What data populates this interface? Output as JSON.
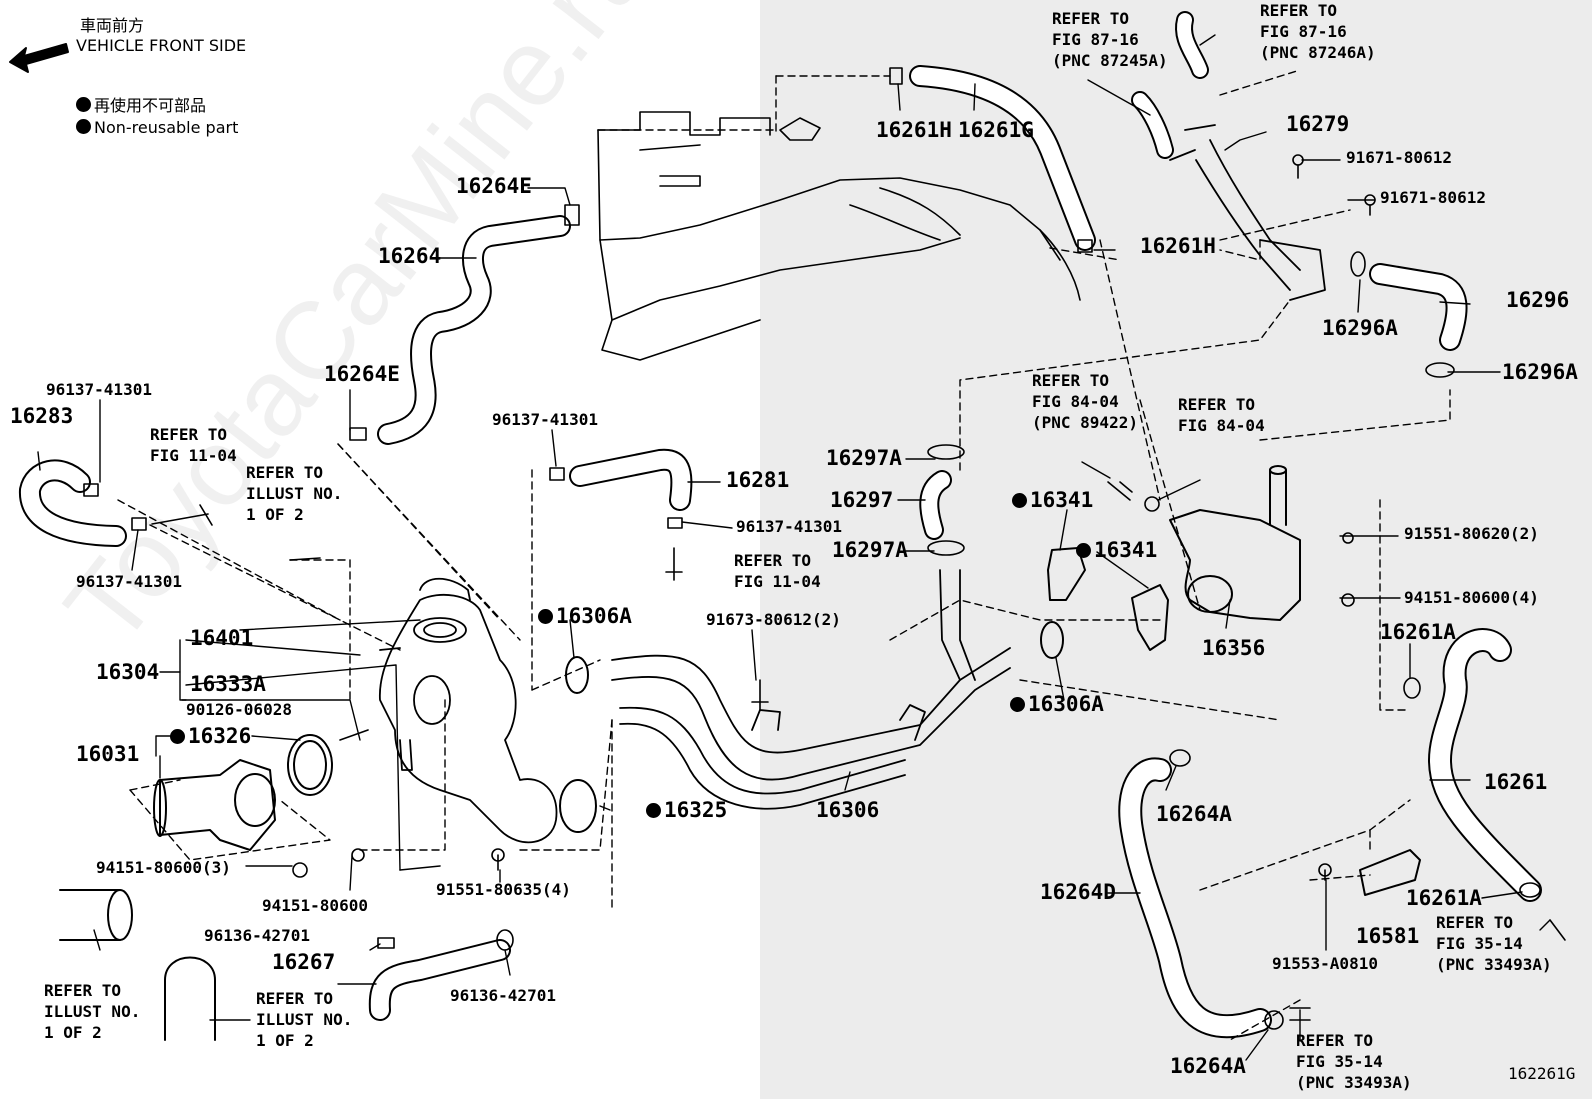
{
  "header": {
    "front_jp": "車両前方",
    "front_en": "VEHICLE FRONT SIDE",
    "nonreuse_jp": "再使用不可部品",
    "nonreuse_en": "Non-reusable part"
  },
  "watermark": "ToyotaCarMine.ru",
  "figure_code": "162261G",
  "part_labels": [
    {
      "id": "p16261H_top",
      "text": "16261H"
    },
    {
      "id": "p16261G",
      "text": "16261G"
    },
    {
      "id": "p16264E_top",
      "text": "16264E"
    },
    {
      "id": "p16264",
      "text": "16264"
    },
    {
      "id": "p16261H_mid",
      "text": "16261H"
    },
    {
      "id": "p16279",
      "text": "16279"
    },
    {
      "id": "p91671a",
      "text": "91671-80612"
    },
    {
      "id": "p91671b",
      "text": "91671-80612"
    },
    {
      "id": "p16296",
      "text": "16296"
    },
    {
      "id": "p16296A_top",
      "text": "16296A"
    },
    {
      "id": "p16296A_right",
      "text": "16296A"
    },
    {
      "id": "p16283",
      "text": "16283"
    },
    {
      "id": "p96137a",
      "text": "96137-41301"
    },
    {
      "id": "p96137b",
      "text": "96137-41301"
    },
    {
      "id": "p96137c",
      "text": "96137-41301"
    },
    {
      "id": "p96137d",
      "text": "96137-41301"
    },
    {
      "id": "p16264E_mid",
      "text": "16264E"
    },
    {
      "id": "p16281",
      "text": "16281"
    },
    {
      "id": "p16297A_top",
      "text": "16297A"
    },
    {
      "id": "p16297",
      "text": "16297"
    },
    {
      "id": "p16297A_bot",
      "text": "16297A"
    },
    {
      "id": "p16341a",
      "text": "16341"
    },
    {
      "id": "p16341b",
      "text": "16341"
    },
    {
      "id": "p16401",
      "text": "16401"
    },
    {
      "id": "p16304",
      "text": "16304"
    },
    {
      "id": "p16333A",
      "text": "16333A"
    },
    {
      "id": "p90126",
      "text": "90126-06028"
    },
    {
      "id": "p16031",
      "text": "16031"
    },
    {
      "id": "p16326",
      "text": "16326"
    },
    {
      "id": "p16306A_top",
      "text": "16306A"
    },
    {
      "id": "p91673",
      "text": "91673-80612(2)"
    },
    {
      "id": "p16306",
      "text": "16306"
    },
    {
      "id": "p16306A_bot",
      "text": "16306A"
    },
    {
      "id": "p16325",
      "text": "16325"
    },
    {
      "id": "p94151_3",
      "text": "94151-80600(3)"
    },
    {
      "id": "p94151",
      "text": "94151-80600"
    },
    {
      "id": "p91551_4",
      "text": "91551-80635(4)"
    },
    {
      "id": "p96136a",
      "text": "96136-42701"
    },
    {
      "id": "p96136b",
      "text": "96136-42701"
    },
    {
      "id": "p16267",
      "text": "16267"
    },
    {
      "id": "p16356",
      "text": "16356"
    },
    {
      "id": "p91551_2",
      "text": "91551-80620(2)"
    },
    {
      "id": "p94151_4",
      "text": "94151-80600(4)"
    },
    {
      "id": "p16261A_top",
      "text": "16261A"
    },
    {
      "id": "p16261",
      "text": "16261"
    },
    {
      "id": "p16264A_mid",
      "text": "16264A"
    },
    {
      "id": "p16264D",
      "text": "16264D"
    },
    {
      "id": "p16581",
      "text": "16581"
    },
    {
      "id": "p16261A_bot",
      "text": "16261A"
    },
    {
      "id": "p91553",
      "text": "91553-A0810"
    },
    {
      "id": "p16264A_bot",
      "text": "16264A"
    }
  ],
  "references": [
    {
      "id": "r87245",
      "text": "REFER TO\nFIG 87-16\n(PNC 87245A)"
    },
    {
      "id": "r87246",
      "text": "REFER TO\nFIG 87-16\n(PNC 87246A)"
    },
    {
      "id": "r1104a",
      "text": "REFER TO\nFIG 11-04"
    },
    {
      "id": "rillust1",
      "text": "REFER TO\nILLUST NO.\n1 OF 2"
    },
    {
      "id": "r1104b",
      "text": "REFER TO\nFIG 11-04"
    },
    {
      "id": "r89422",
      "text": "REFER TO\nFIG 84-04\n(PNC 89422)"
    },
    {
      "id": "r8404",
      "text": "REFER TO\nFIG 84-04"
    },
    {
      "id": "rillust2",
      "text": "REFER TO\nILLUST NO.\n1 OF 2"
    },
    {
      "id": "rillust3",
      "text": "REFER TO\nILLUST NO.\n1 OF 2"
    },
    {
      "id": "r3514a",
      "text": "REFER TO\nFIG 35-14\n(PNC 33493A)"
    },
    {
      "id": "r3514b",
      "text": "REFER TO\nFIG 35-14\n(PNC 33493A)"
    }
  ]
}
